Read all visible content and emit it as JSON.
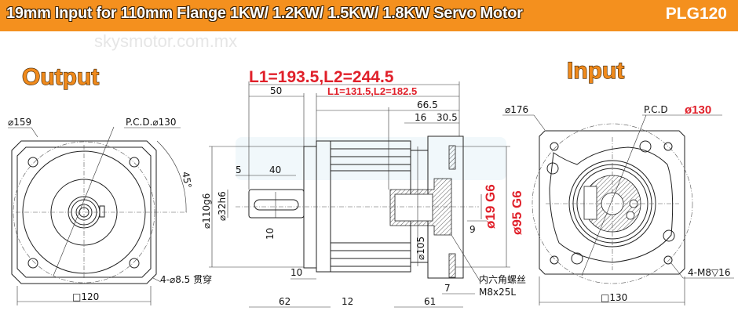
{
  "header": {
    "title": "19mm Input for 110mm Flange 1KW/ 1.2KW/ 1.5KW/ 1.8KW Servo Motor",
    "model": "PLG120"
  },
  "labels": {
    "output": "Output",
    "input": "Input"
  },
  "watermark": {
    "main": "SKYSMotor",
    "url": "skysmotor.com.mx"
  },
  "output_view": {
    "outer_dia": "⌀159",
    "pcd": "P.C.D.⌀130",
    "angle": "45°",
    "holes": "4-⌀8.5 贯穿",
    "square": "□120"
  },
  "side_view": {
    "total_length": "L1=193.5,L2=244.5",
    "body_length": "L1=131.5,L2=182.5",
    "shaft_length": "50",
    "d66_5": "66.5",
    "d16": "16",
    "d30_5": "30.5",
    "d5": "5",
    "d40": "40",
    "key_width": "10",
    "flange_dia": "⌀110g6",
    "shaft_dia": "⌀32h6",
    "d10_flange": "10",
    "d62": "62",
    "d12": "12",
    "d61": "61",
    "d7": "7",
    "d105": "⌀105",
    "d9": "9",
    "input_bore": "ø19 G6",
    "pilot_dia": "ø95 G6",
    "screw_cn": "内六角螺丝",
    "screw_spec": "M8x25L"
  },
  "input_view": {
    "outer_dia": "⌀176",
    "pcd_label": "P.C.D",
    "pcd_value": "ø130",
    "holes": "4-M8▽16",
    "square": "□130"
  }
}
